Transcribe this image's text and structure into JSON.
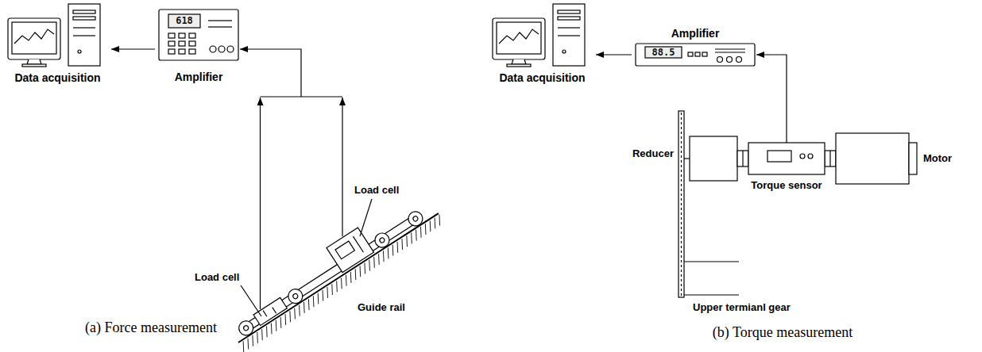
{
  "diagram": {
    "nodes": [
      {
        "text": [
          "Data acquisition"
        ]
      },
      {
        "text": [
          "618",
          "Amplifier"
        ]
      },
      {
        "text": [
          "Data acquisition"
        ]
      },
      {
        "text": [
          "88.5",
          "Amplifier"
        ]
      }
    ],
    "edges": [
      {
        "from": 1,
        "to": 0,
        "arrow": "to"
      },
      {
        "from": 3,
        "to": 2,
        "arrow": "to"
      }
    ],
    "labels": [
      "Load cell",
      "Load cell",
      "Guide rail",
      "Reducer",
      "Torque sensor",
      "Motor",
      "Upper termianl gear",
      "(a) Force measurement",
      "(b) Torque measurement"
    ]
  }
}
